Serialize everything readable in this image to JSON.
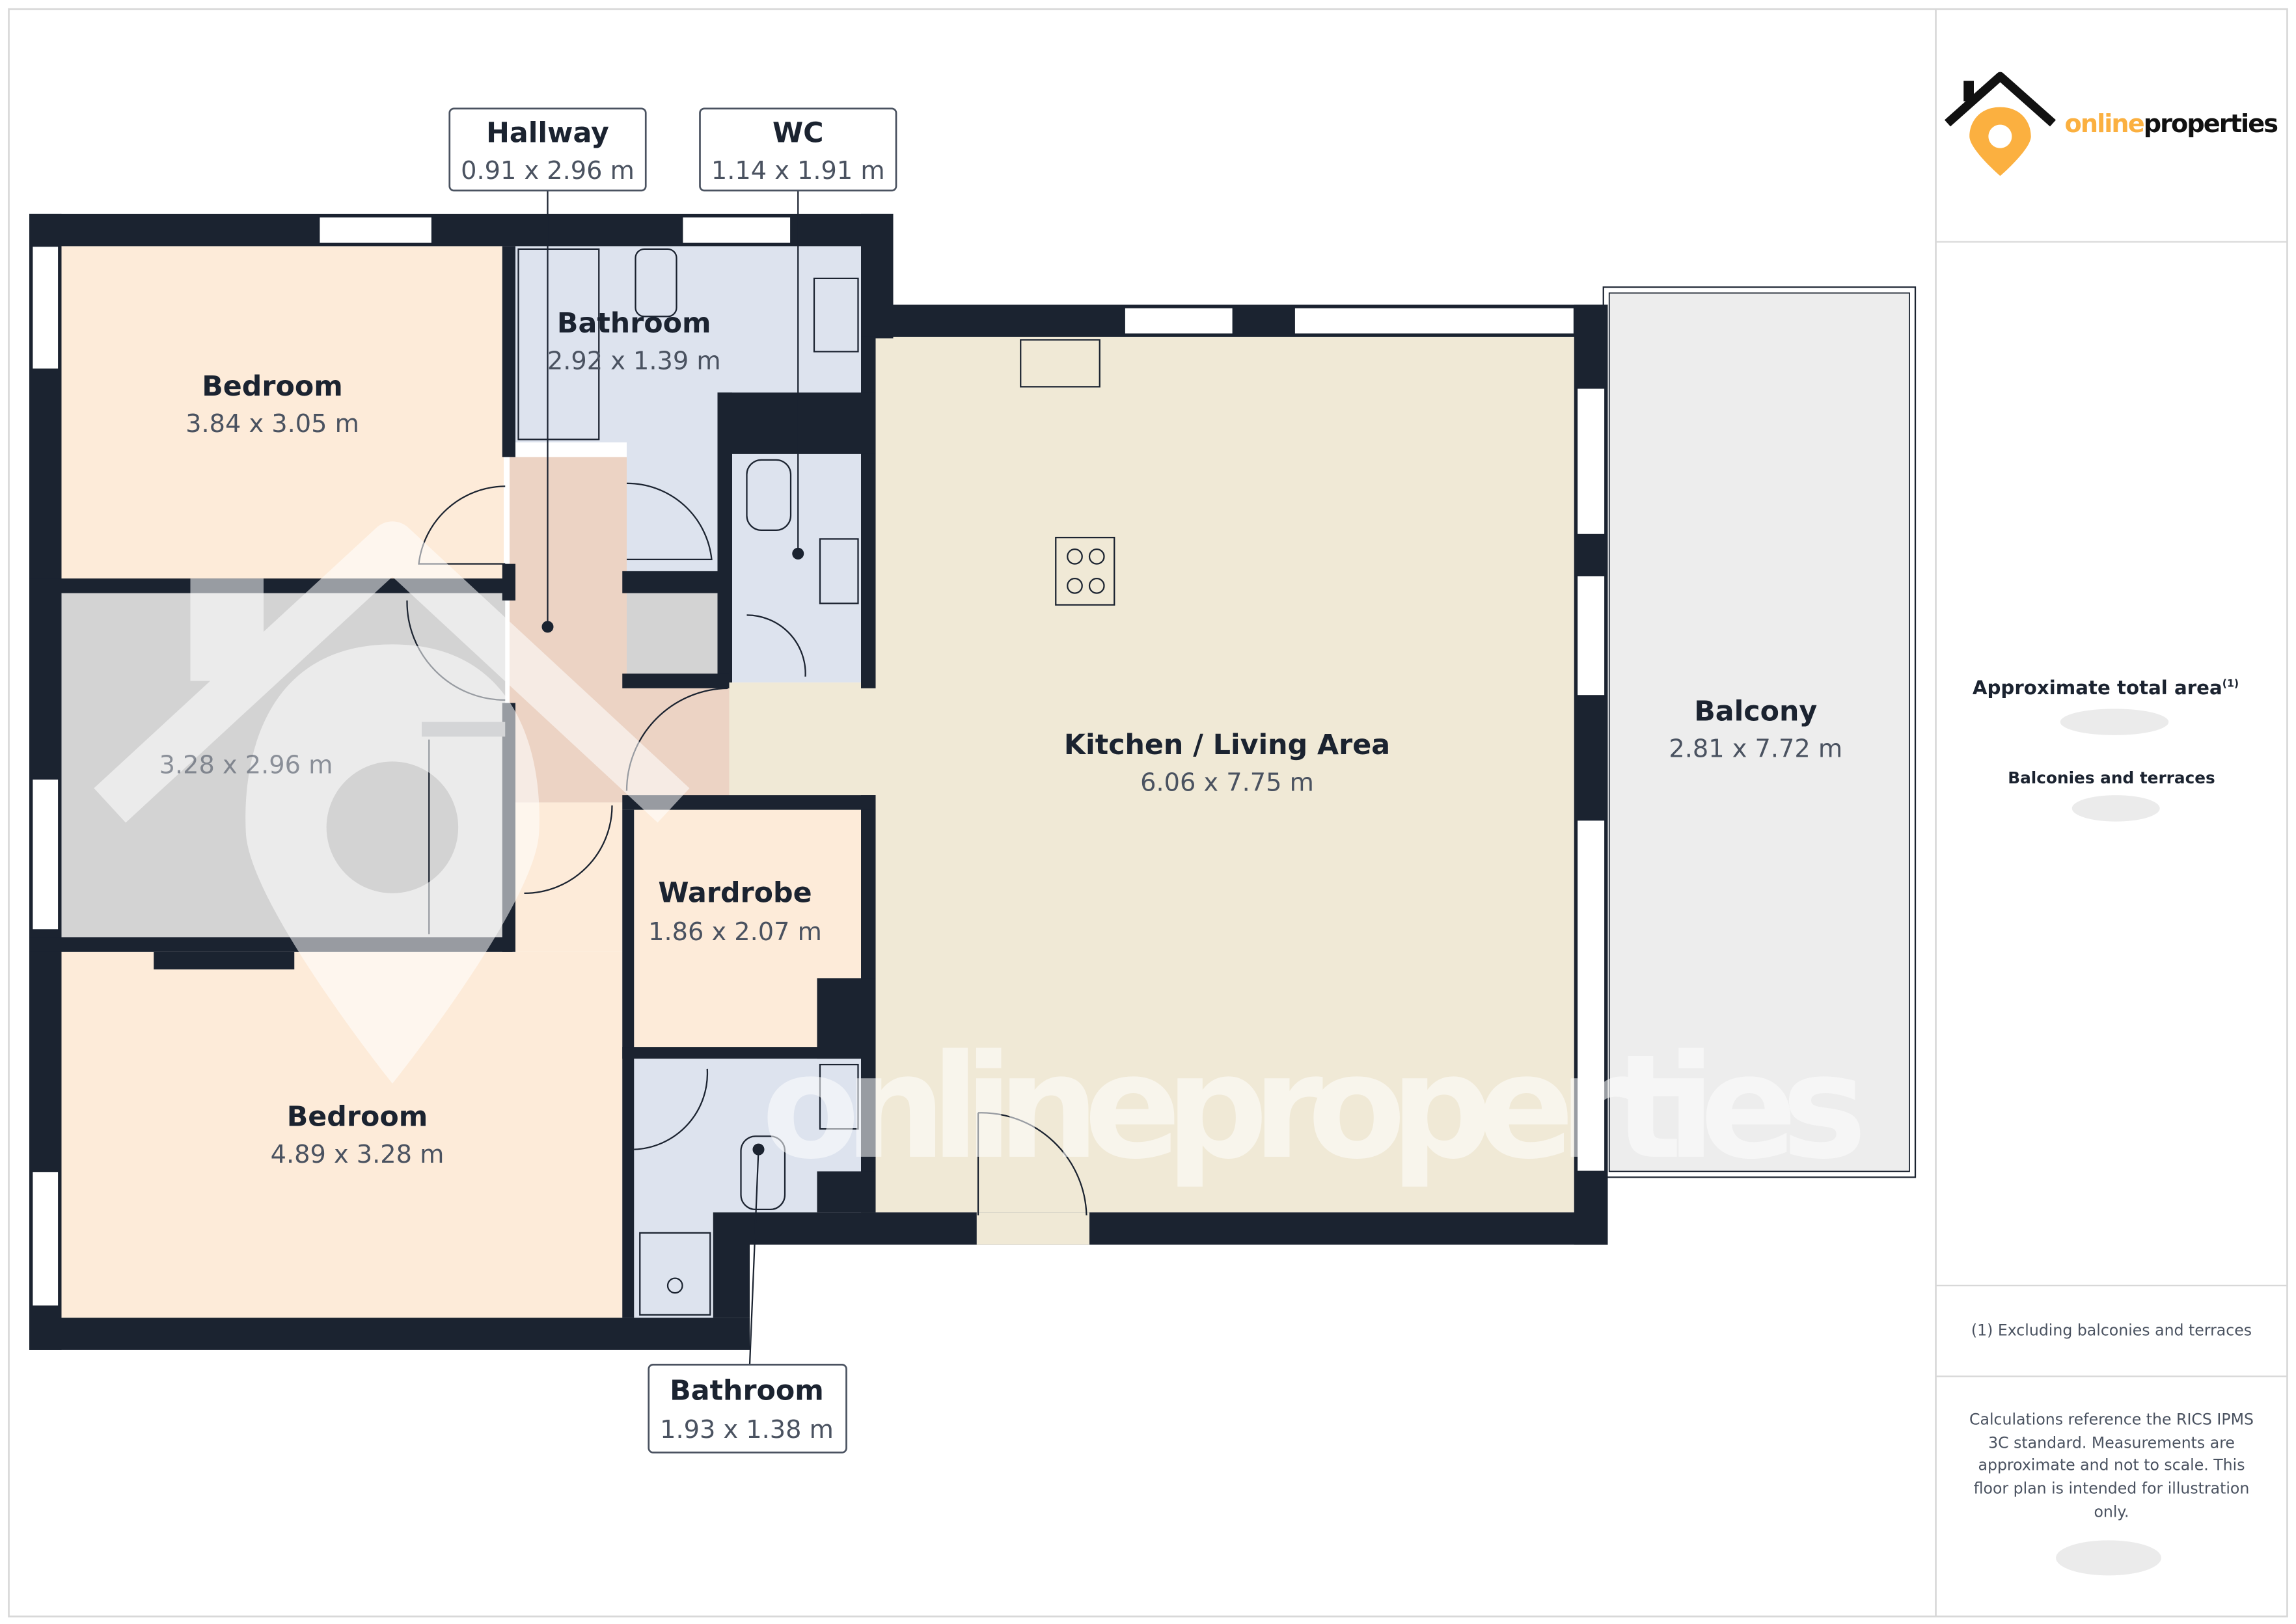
{
  "brand": {
    "part1": "online",
    "part2": "properties",
    "color1": "#fbb040",
    "color2": "#111111"
  },
  "watermark": "onlineproperties",
  "rooms": {
    "bedroom1": {
      "name": "Bedroom",
      "dims": "3.84 x 3.05 m"
    },
    "bathroom1": {
      "name": "Bathroom",
      "dims": "2.92 x 1.39 m"
    },
    "unnamed": {
      "dims": "3.28 x 2.96 m"
    },
    "kitchen": {
      "name": "Kitchen / Living Area",
      "dims": "6.06 x 7.75 m"
    },
    "balcony": {
      "name": "Balcony",
      "dims": "2.81 x 7.72 m"
    },
    "wardrobe": {
      "name": "Wardrobe",
      "dims": "1.86 x 2.07 m"
    },
    "bedroom2": {
      "name": "Bedroom",
      "dims": "4.89 x 3.28 m"
    }
  },
  "tags": {
    "hallway": {
      "name": "Hallway",
      "dims": "0.91 x 2.96 m"
    },
    "wc": {
      "name": "WC",
      "dims": "1.14 x 1.91 m"
    },
    "bathroom2": {
      "name": "Bathroom",
      "dims": "1.93 x 1.38 m"
    }
  },
  "side": {
    "total_area_label": "Approximate total area",
    "total_area_sup": "(1)",
    "balconies_label": "Balconies and terraces",
    "footnote": "(1) Excluding balconies and terraces",
    "disclaimer": [
      "Calculations reference the RICS IPMS",
      "3C standard. Measurements are",
      "approximate and not to scale. This",
      "floor plan is intended for illustration",
      "only."
    ]
  },
  "colors": {
    "wall": "#1b2330",
    "bedroom": "#fdebd9",
    "bathroom": "#dde3ee",
    "hallway": "#ecd3c4",
    "kitchen": "#f0e9d6",
    "grey_room": "#d3d3d3",
    "balcony": "#ededed"
  }
}
